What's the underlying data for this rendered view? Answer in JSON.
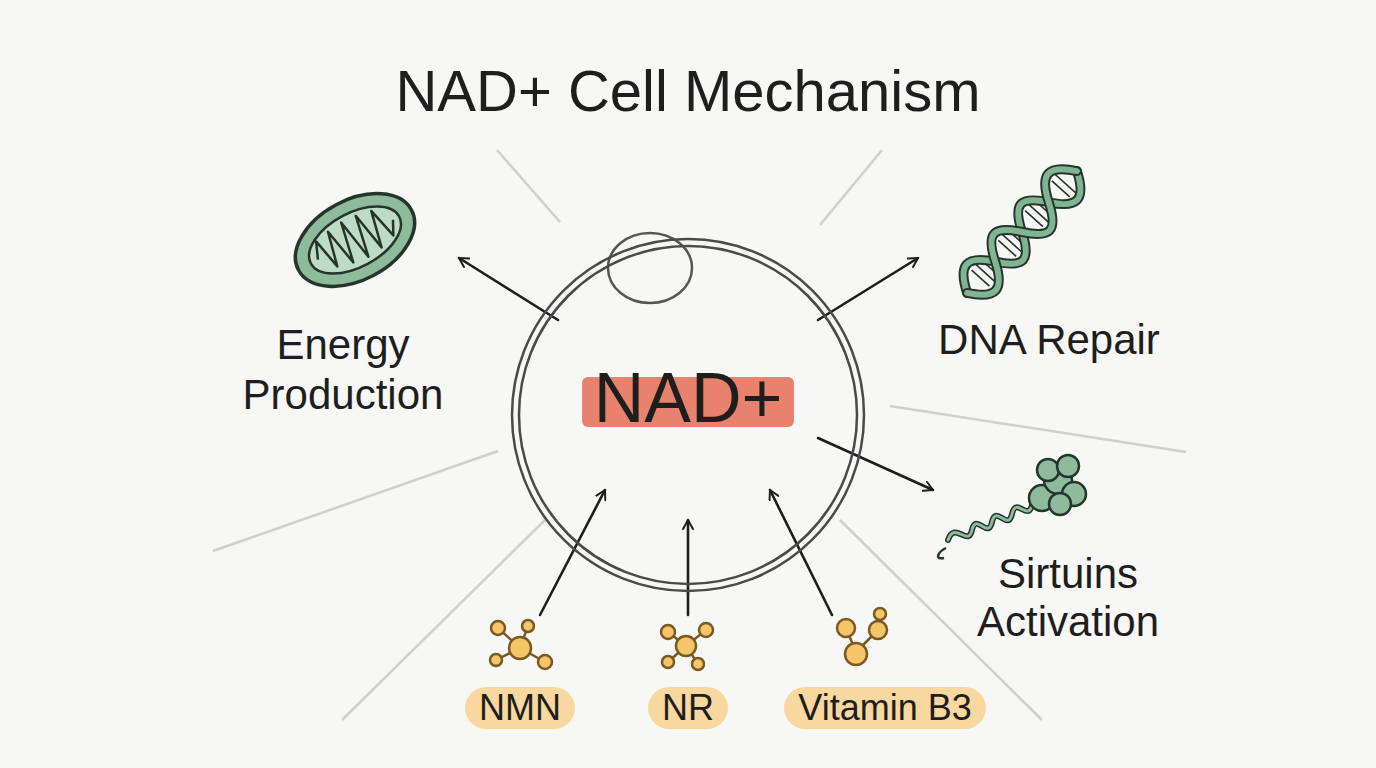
{
  "diagram": {
    "title": "NAD+ Cell Mechanism",
    "nodes": [
      {
        "text": [
          "NAD+"
        ]
      },
      {
        "text": [
          "Energy Production"
        ]
      },
      {
        "text": [
          "DNA Repair"
        ]
      },
      {
        "text": [
          "Sirtuins Activation"
        ]
      },
      {
        "text": [
          "NMN"
        ]
      },
      {
        "text": [
          "NR"
        ]
      },
      {
        "text": [
          "Vitamin B3"
        ]
      }
    ],
    "edges": [
      {
        "from": 0,
        "to": 1,
        "arrow": "to"
      },
      {
        "from": 0,
        "to": 2,
        "arrow": "to"
      },
      {
        "from": 0,
        "to": 3,
        "arrow": "to"
      },
      {
        "from": 4,
        "to": 0,
        "arrow": "to"
      },
      {
        "from": 5,
        "to": 0,
        "arrow": "to"
      },
      {
        "from": 6,
        "to": 0,
        "arrow": "to"
      }
    ]
  }
}
